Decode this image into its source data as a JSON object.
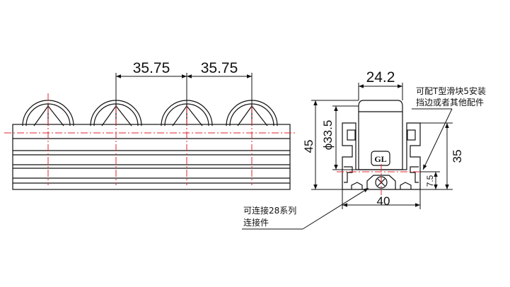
{
  "dimensions": {
    "pitch_1": "35.75",
    "pitch_2": "35.75",
    "roller_width": "24.2",
    "roller_diameter": "ϕ33.5",
    "overall_height": "45",
    "profile_height": "35",
    "slot_height": "7.5",
    "profile_width": "40"
  },
  "notes": {
    "top_right_line1": "可配T型滑块5安装",
    "top_right_line2": "挡边或者其他配件",
    "bottom_line1": "可连接28系列",
    "bottom_line2": "连接件"
  },
  "logo_text": "GL",
  "colors": {
    "line": "#111111",
    "centerline": "#e0262b"
  }
}
